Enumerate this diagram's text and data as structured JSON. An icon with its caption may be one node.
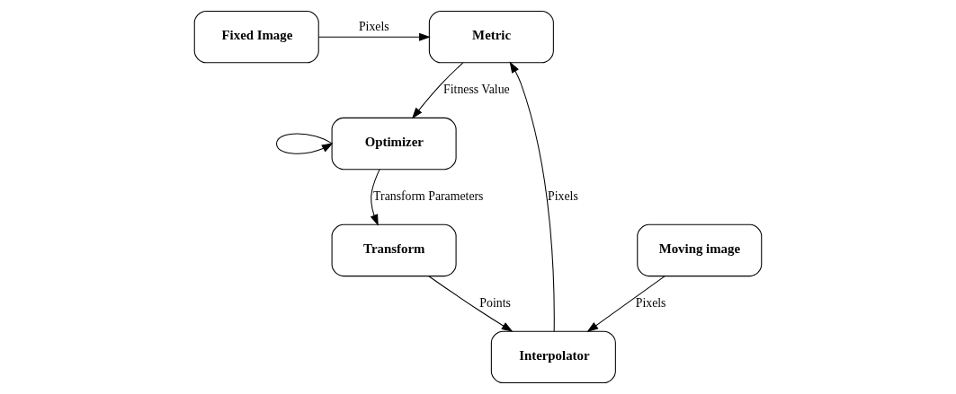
{
  "diagram": {
    "nodes": [
      {
        "text": [
          "Fixed Image"
        ]
      },
      {
        "text": [
          "Metric"
        ]
      },
      {
        "text": [
          "Optimizer"
        ]
      },
      {
        "text": [
          "Interpolator"
        ]
      },
      {
        "text": [
          "Moving image"
        ]
      },
      {
        "text": [
          "Transform"
        ]
      }
    ],
    "edges": [
      {
        "from": 0,
        "to": 1,
        "arrow": "to",
        "label": "Pixels"
      },
      {
        "from": 1,
        "to": 2,
        "arrow": "to",
        "label": "Fitness Value"
      },
      {
        "from": 2,
        "to": 2,
        "arrow": "to"
      },
      {
        "from": 3,
        "to": 1,
        "arrow": "to",
        "label": "Pixels"
      },
      {
        "from": 4,
        "to": 3,
        "arrow": "to",
        "label": "Pixels"
      },
      {
        "from": 5,
        "to": 3,
        "arrow": "to",
        "label": "Points"
      },
      {
        "from": 2,
        "to": 5,
        "arrow": "to",
        "label": "Transform Parameters"
      }
    ]
  }
}
